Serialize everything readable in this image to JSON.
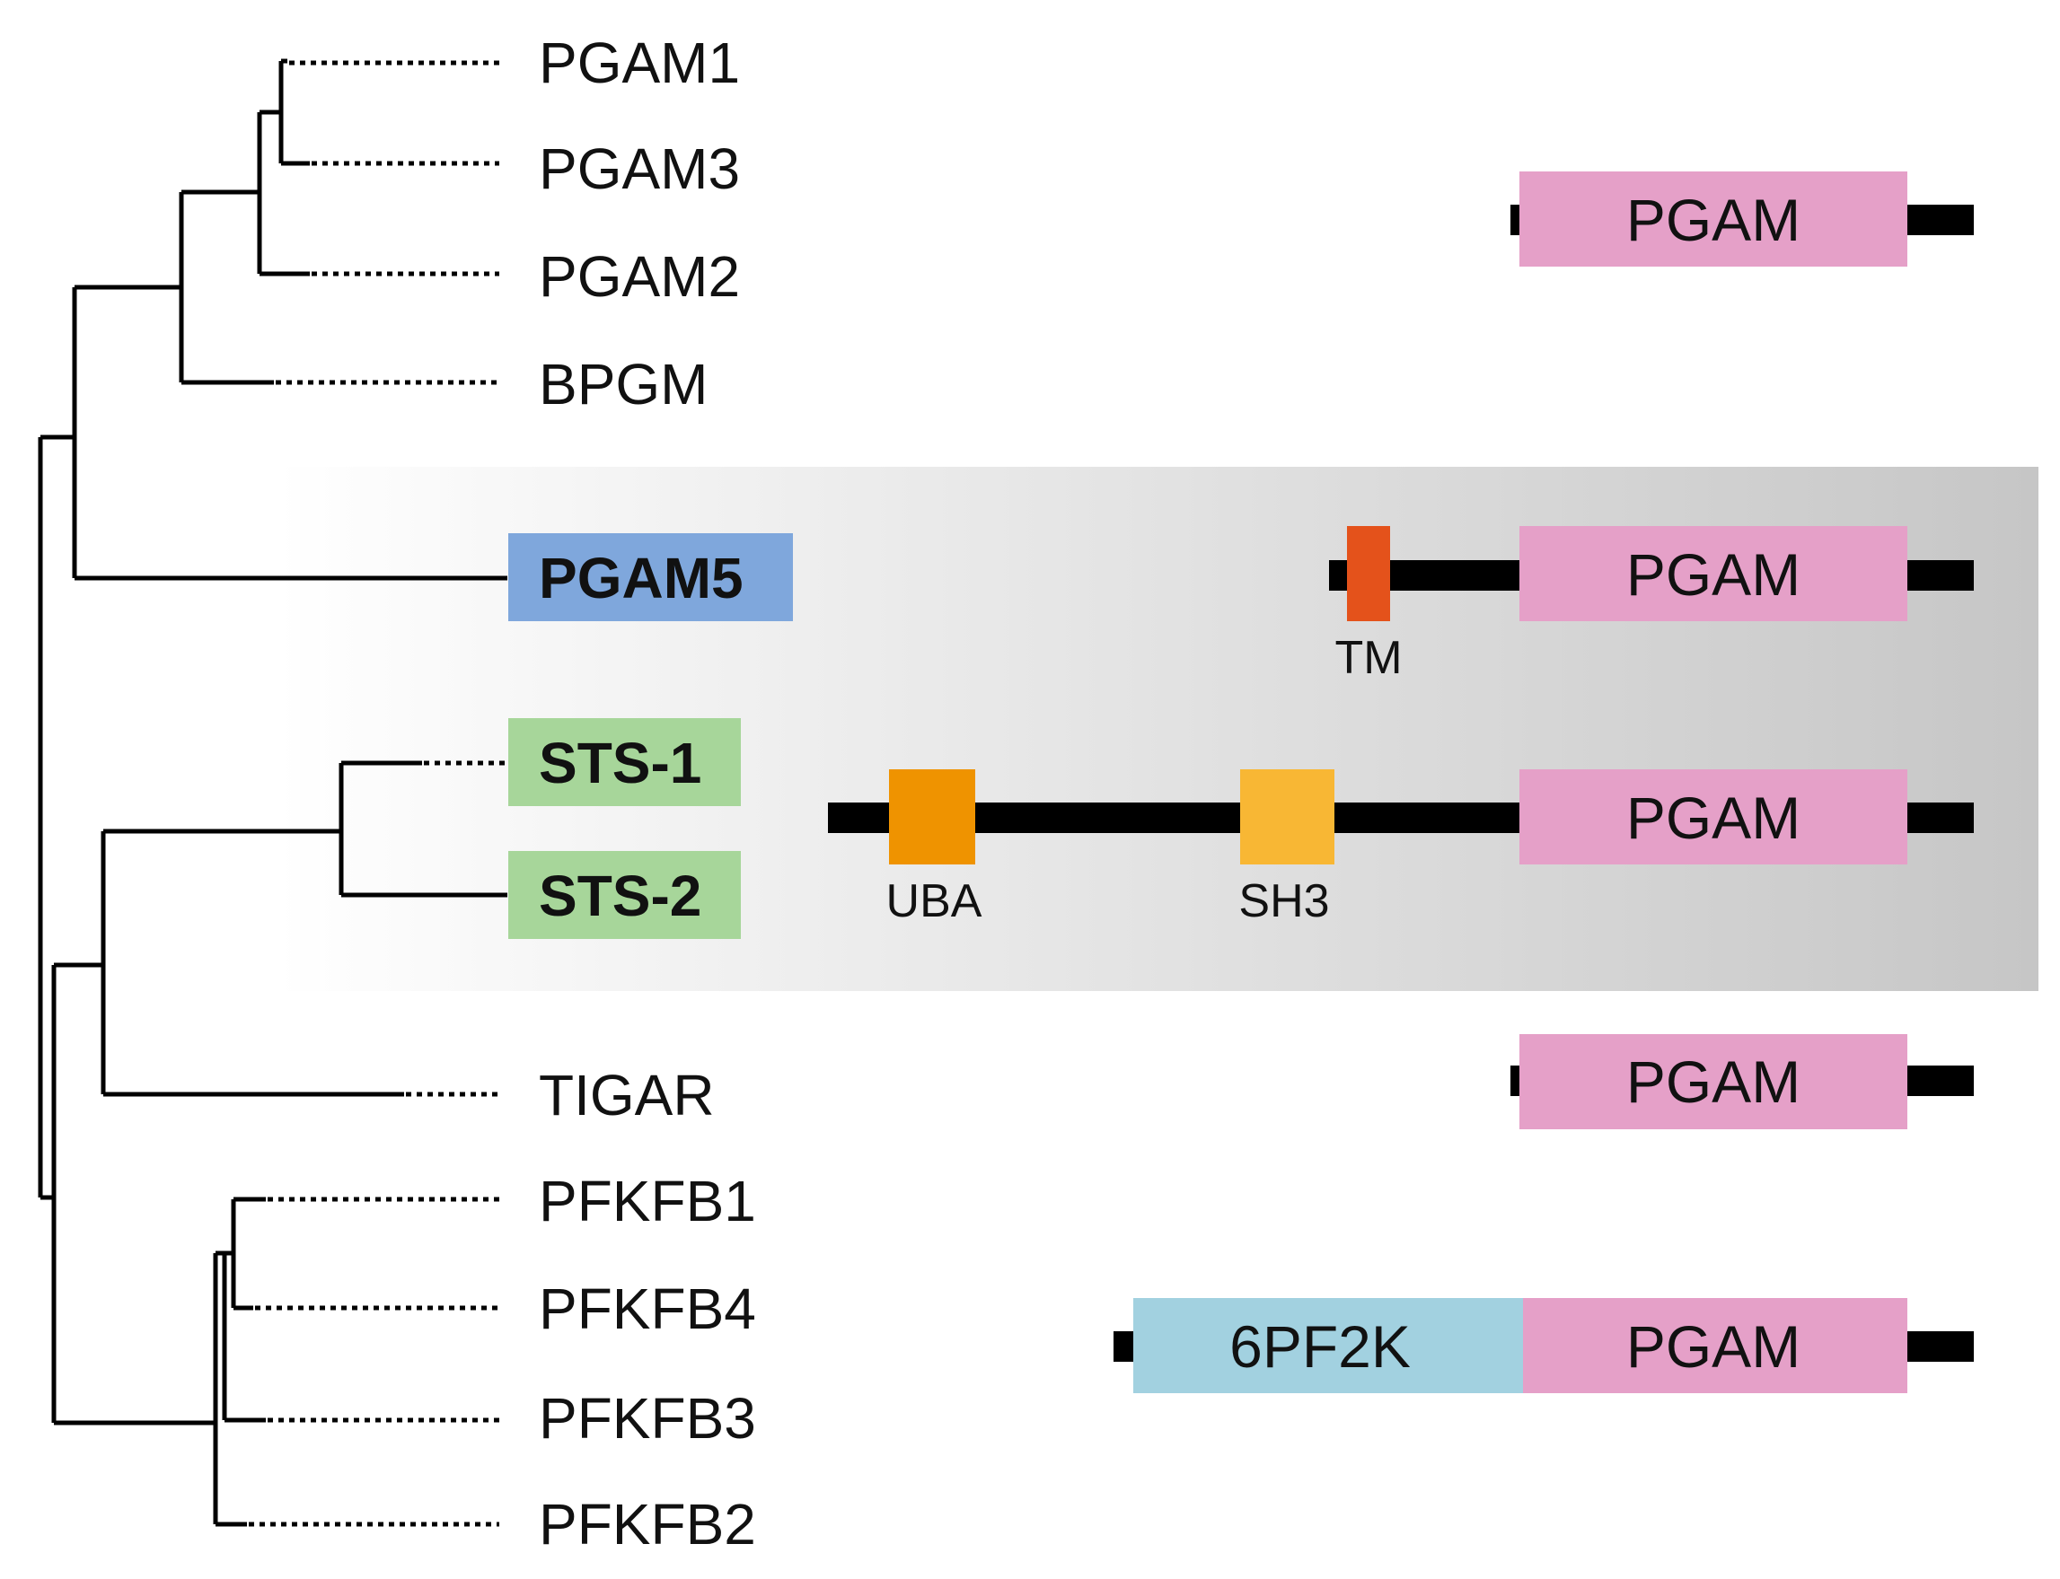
{
  "colors": {
    "pgam_domain": "#e5a0c8",
    "pfk_domain": "#a2d1e0",
    "pgam5_box": "#7fa7dc",
    "sts_box": "#a7d69a",
    "tm": "#e4521b",
    "uba": "#ef9300",
    "sh3": "#f8b734",
    "band_left": "#ffffff",
    "band_right": "#c6c6c6",
    "line": "#000000"
  },
  "leaves": [
    "PGAM1",
    "PGAM3",
    "PGAM2",
    "BPGM",
    "PGAM5",
    "STS-1",
    "STS-2",
    "TIGAR",
    "PFKFB1",
    "PFKFB4",
    "PFKFB3",
    "PFKFB2"
  ],
  "domains": {
    "pgam": "PGAM",
    "pfk": "6PF2K",
    "tm": "TM",
    "uba": "UBA",
    "sh3": "SH3"
  }
}
